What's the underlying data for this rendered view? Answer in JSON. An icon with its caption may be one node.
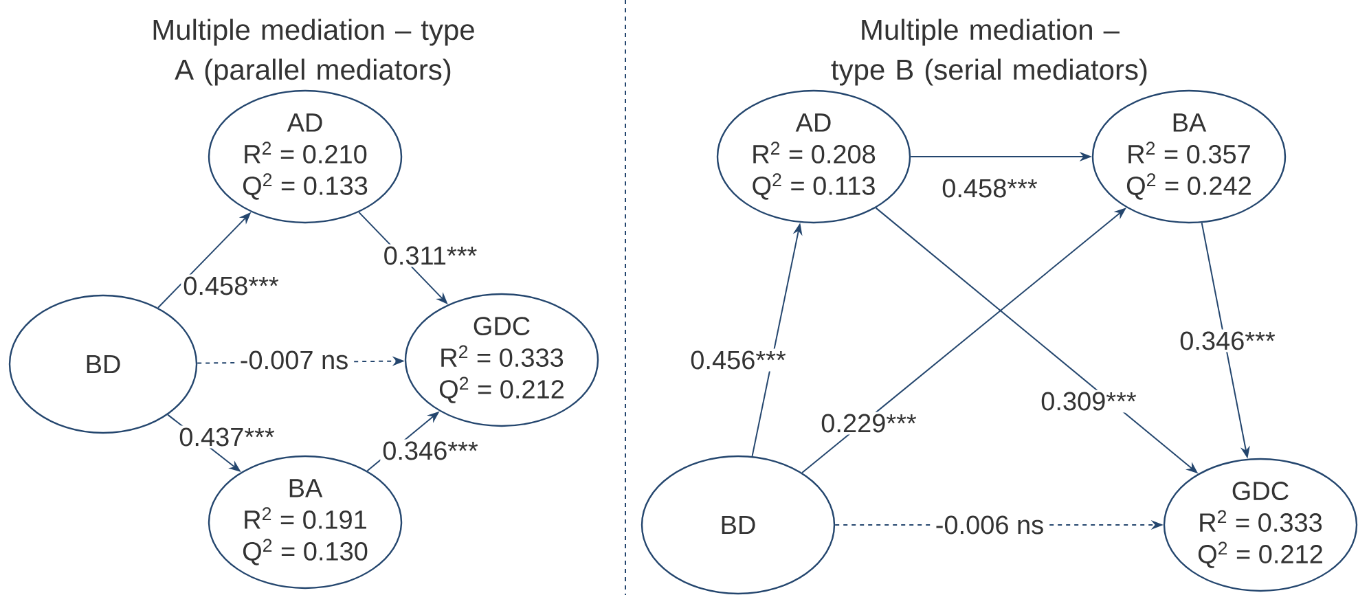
{
  "diagram": {
    "nodes": [
      {
        "text": [
          "BD"
        ]
      },
      {
        "text": [
          "AD",
          "R$^{2}$ = 0.210",
          "Q$^{2}$ = 0.133"
        ]
      },
      {
        "text": [
          "GDC",
          "R$^{2}$ = 0.333",
          "Q$^{2}$ = 0.212"
        ]
      },
      {
        "text": [
          "BA",
          "R$^{2}$ = 0.191",
          "Q$^{2}$ = 0.130"
        ]
      },
      {
        "text": [
          "AD",
          "R$^{2}$ = 0.208",
          "Q$^{2}$ = 0.113"
        ]
      },
      {
        "text": [
          "BA",
          "R$^{2}$ = 0.357",
          "Q$^{2}$ = 0.242"
        ]
      },
      {
        "text": [
          "BD"
        ]
      },
      {
        "text": [
          "GDC",
          "R$^{2}$ = 0.333",
          "Q$^{2}$ = 0.212"
        ]
      }
    ],
    "edges": [
      {
        "from": 0,
        "to": 1,
        "arrow": "to",
        "label": "0.458***"
      },
      {
        "from": 0,
        "to": 2,
        "arrow": "to",
        "label": "-0.007 ns",
        "style": "dashed"
      },
      {
        "from": 0,
        "to": 3,
        "arrow": "to",
        "label": "0.437***"
      },
      {
        "from": 1,
        "to": 2,
        "arrow": "to",
        "label": "0.311***"
      },
      {
        "from": 3,
        "to": 2,
        "arrow": "to",
        "label": "0.346***"
      },
      {
        "from": 4,
        "to": 5,
        "arrow": "to",
        "label": "0.458***"
      },
      {
        "from": 6,
        "to": 4,
        "arrow": "to",
        "label": "0.456***"
      },
      {
        "from": 6,
        "to": 5,
        "arrow": "to",
        "label": "0.229***"
      },
      {
        "from": 4,
        "to": 7,
        "arrow": "to",
        "label": "0.309***"
      },
      {
        "from": 5,
        "to": 7,
        "arrow": "to",
        "label": "0.346***"
      },
      {
        "from": 6,
        "to": 7,
        "arrow": "to",
        "label": "-0.006 ns",
        "style": "dashed"
      }
    ],
    "labels": [
      "Multiple mediation – type A (parallel mediators)",
      "Multiple mediation – type B (serial mediators)"
    ]
  }
}
